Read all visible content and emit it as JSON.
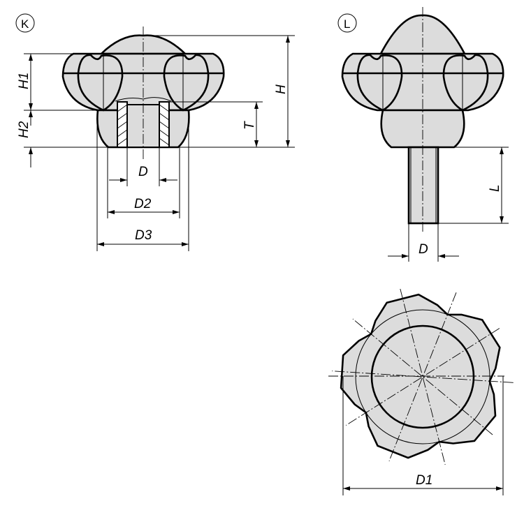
{
  "views": {
    "k": {
      "label": "K",
      "dims": {
        "h1": "H1",
        "h2": "H2",
        "h": "H",
        "t": "T",
        "d": "D",
        "d2": "D2",
        "d3": "D3"
      }
    },
    "l": {
      "label": "L",
      "dims": {
        "l": "L",
        "d": "D"
      }
    },
    "top": {
      "dims": {
        "d1": "D1"
      }
    }
  },
  "colors": {
    "fill": "#dcdcdc",
    "line": "#000000"
  }
}
